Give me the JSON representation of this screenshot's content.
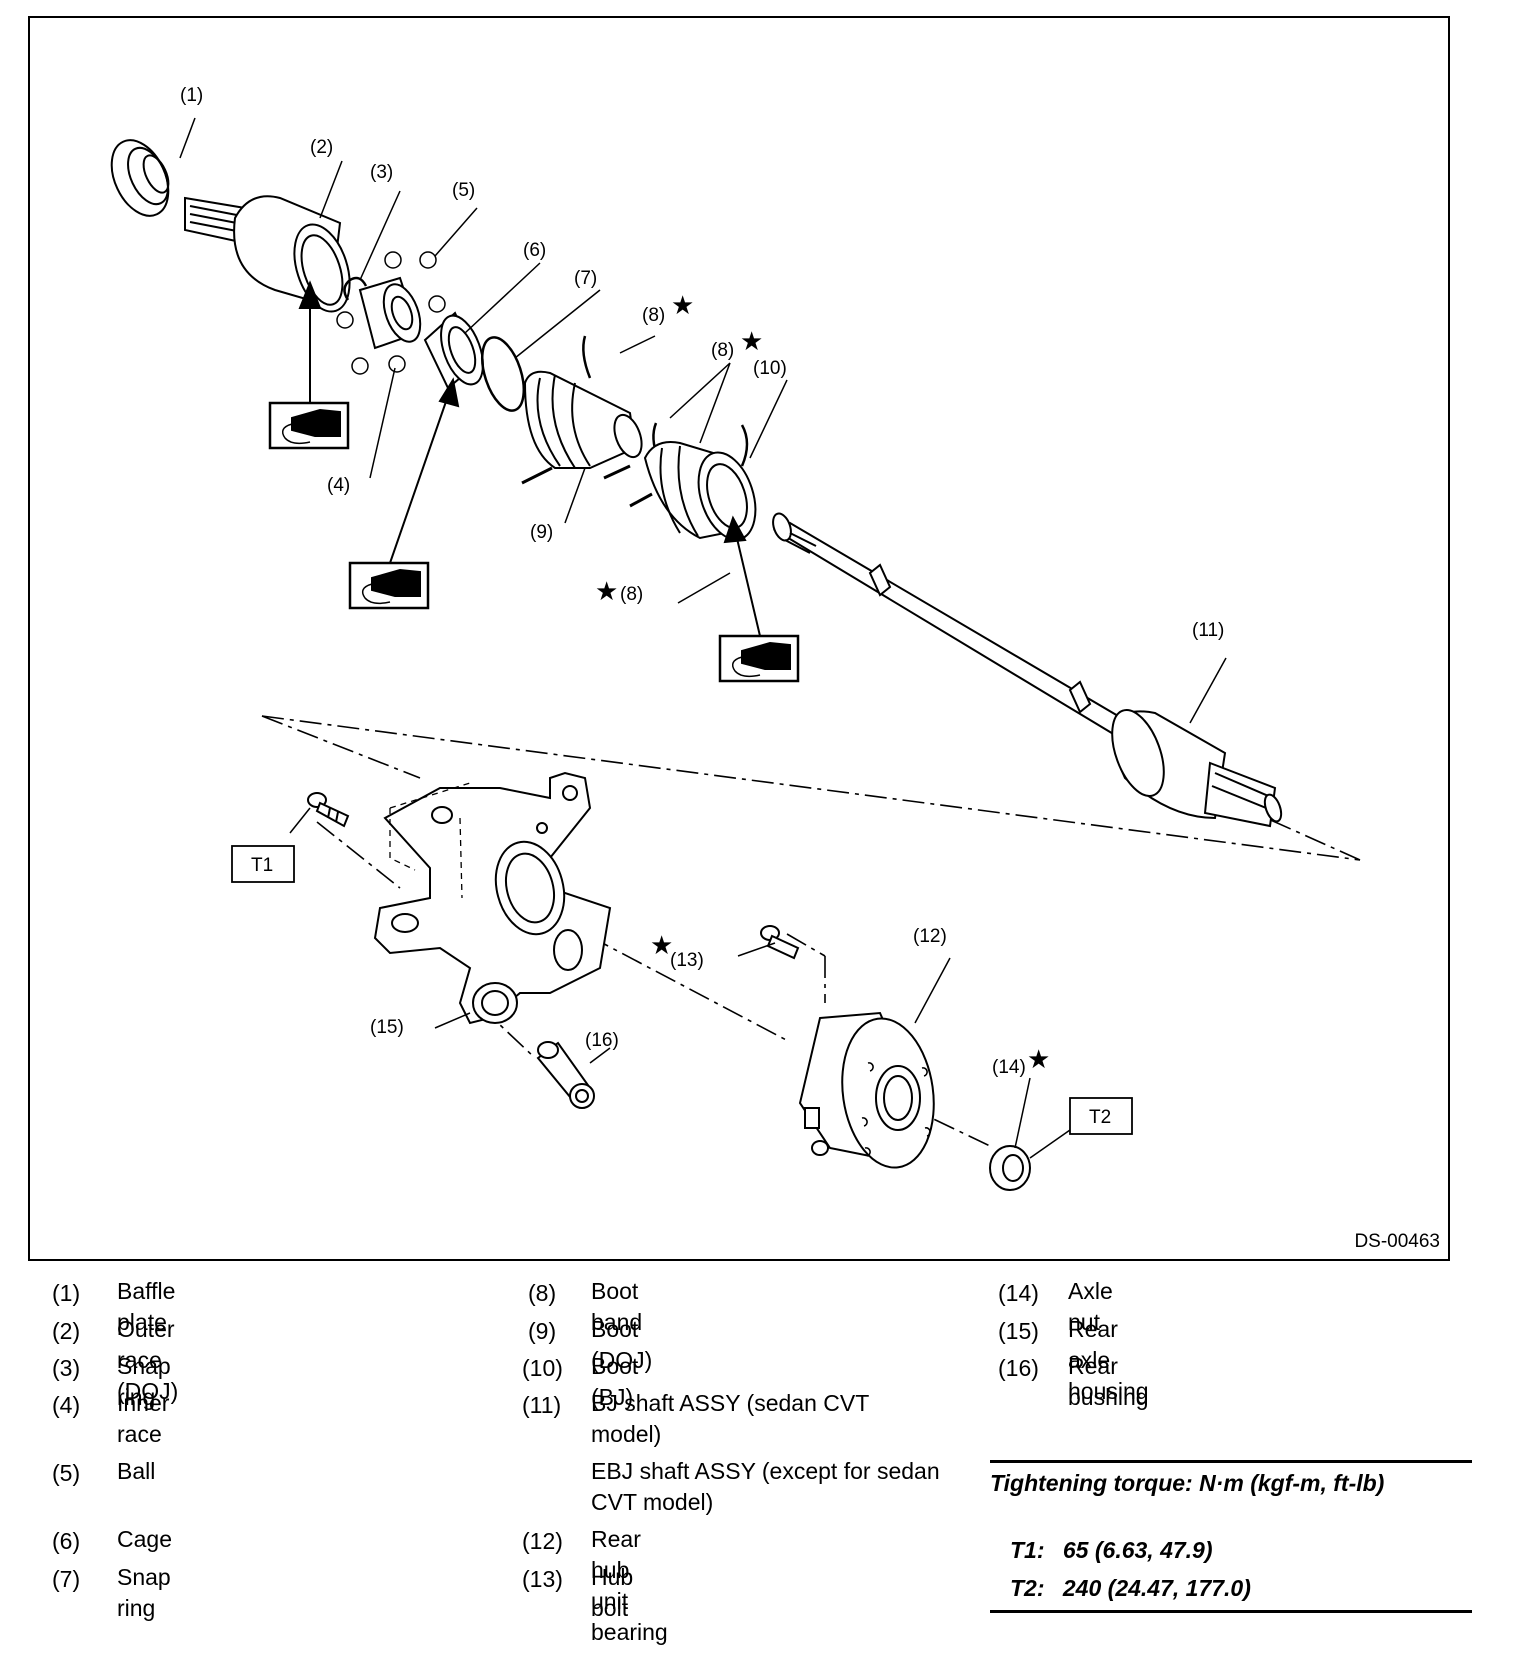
{
  "figure": {
    "id": "DS-00463",
    "callouts": {
      "c1": "(1)",
      "c2": "(2)",
      "c3": "(3)",
      "c4": "(4)",
      "c5": "(5)",
      "c6": "(6)",
      "c7": "(7)",
      "c8": "(8)",
      "c9": "(9)",
      "c10": "(10)",
      "c11": "(11)",
      "c12": "(12)",
      "c13": "(13)",
      "c14": "(14)",
      "c15": "(15)",
      "c16": "(16)"
    },
    "torque_tags": {
      "t1": "T1",
      "t2": "T2"
    },
    "replace_mark": "★",
    "grease_icon": "grease-gun-icon"
  },
  "legend": {
    "col1": [
      {
        "num": "(1)",
        "text": "Baffle plate"
      },
      {
        "num": "(2)",
        "text": "Outer race (DOJ)"
      },
      {
        "num": "(3)",
        "text": "Snap ring"
      },
      {
        "num": "(4)",
        "text": "Inner race"
      },
      {
        "num": "(5)",
        "text": "Ball"
      },
      {
        "num": "(6)",
        "text": "Cage"
      },
      {
        "num": "(7)",
        "text": "Snap ring"
      }
    ],
    "col2": [
      {
        "num": "(8)",
        "text": "Boot band"
      },
      {
        "num": "(9)",
        "text": "Boot (DOJ)"
      },
      {
        "num": "(10)",
        "text": "Boot (BJ)"
      },
      {
        "num": "(11)",
        "text": "BJ shaft ASSY (sedan CVT model)"
      },
      {
        "num": "",
        "text": "EBJ shaft ASSY (except for sedan CVT model)"
      },
      {
        "num": "(12)",
        "text": "Rear hub unit bearing"
      },
      {
        "num": "(13)",
        "text": "Hub bolt"
      }
    ],
    "col3": [
      {
        "num": "(14)",
        "text": "Axle nut"
      },
      {
        "num": "(15)",
        "text": "Rear axle housing"
      },
      {
        "num": "(16)",
        "text": "Rear bushing"
      }
    ]
  },
  "torque": {
    "heading": "Tightening torque: N·m (kgf-m, ft-lb)",
    "items": [
      {
        "label": "T1:",
        "value": "65 (6.63, 47.9)"
      },
      {
        "label": "T2:",
        "value": "240 (24.47, 177.0)"
      }
    ]
  }
}
